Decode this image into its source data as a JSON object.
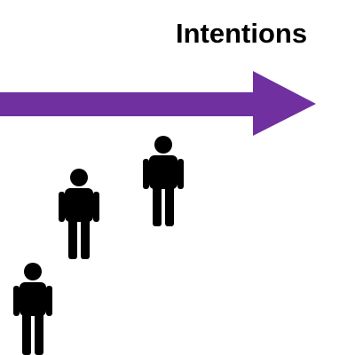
{
  "diagram": {
    "title": "Intentions",
    "arrow": {
      "color": "#7030a0",
      "direction": "right",
      "icon": "arrow-right"
    },
    "figures": {
      "color": "#000000",
      "icon": "person-icon",
      "count": 3
    }
  }
}
